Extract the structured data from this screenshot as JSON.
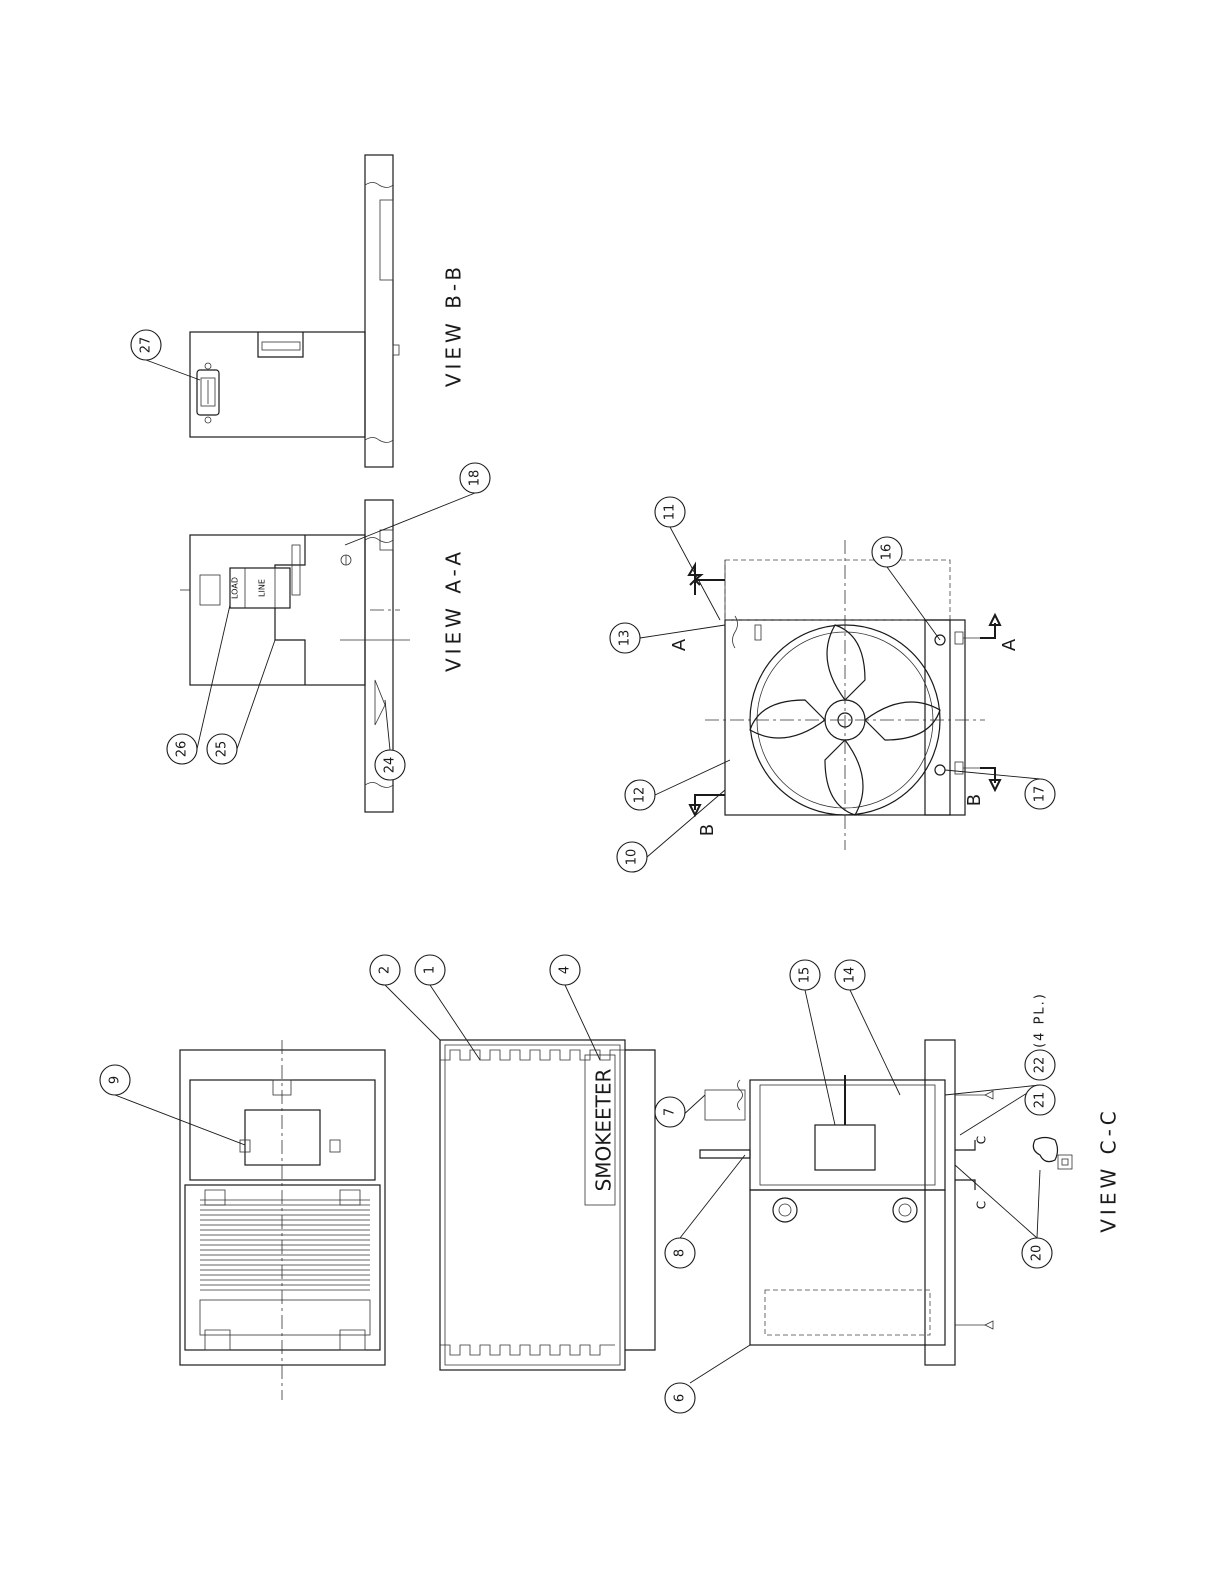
{
  "views": {
    "aa": "VIEW A-A",
    "bb": "VIEW B-B",
    "cc": "VIEW C-C"
  },
  "section_marks": {
    "a": "A",
    "b": "B",
    "c": "C"
  },
  "balloons": {
    "b1": "1",
    "b2": "2",
    "b4": "4",
    "b6": "6",
    "b7": "7",
    "b8": "8",
    "b9": "9",
    "b10": "10",
    "b11": "11",
    "b12": "12",
    "b13": "13",
    "b14": "14",
    "b15": "15",
    "b16": "16",
    "b17": "17",
    "b18": "18",
    "b20": "20",
    "b21": "21",
    "b22": "22",
    "b24": "24",
    "b25": "25",
    "b26": "26",
    "b27": "27"
  },
  "qty_note": "(4 PL.)",
  "filter_labels": {
    "load": "LOAD",
    "line": "LINE"
  },
  "brand": "SMOKEETER"
}
